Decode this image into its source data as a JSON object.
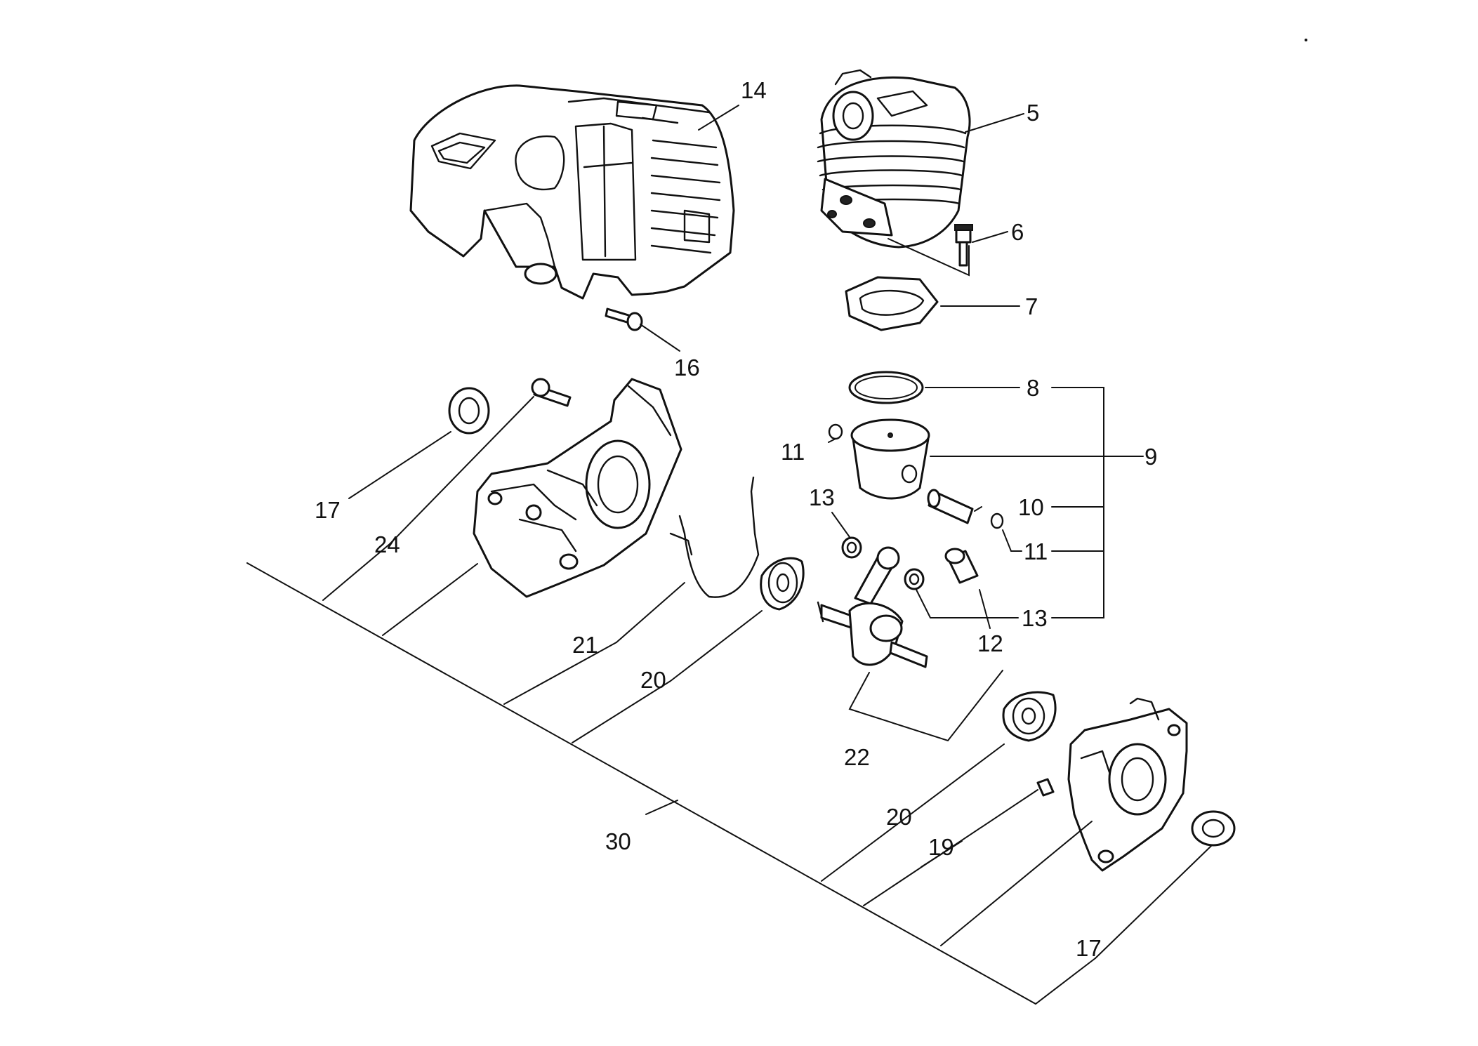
{
  "callouts": {
    "c14": "14",
    "c5": "5",
    "c6": "6",
    "c7": "7",
    "c16": "16",
    "c8": "8",
    "c9": "9",
    "c11a": "11",
    "c10": "10",
    "c11b": "11",
    "c13a": "13",
    "c13b": "13",
    "c12": "12",
    "c17a": "17",
    "c24": "24",
    "c21": "21",
    "c20a": "20",
    "c22": "22",
    "c20b": "20",
    "c19": "19",
    "c30": "30",
    "c17b": "17"
  }
}
